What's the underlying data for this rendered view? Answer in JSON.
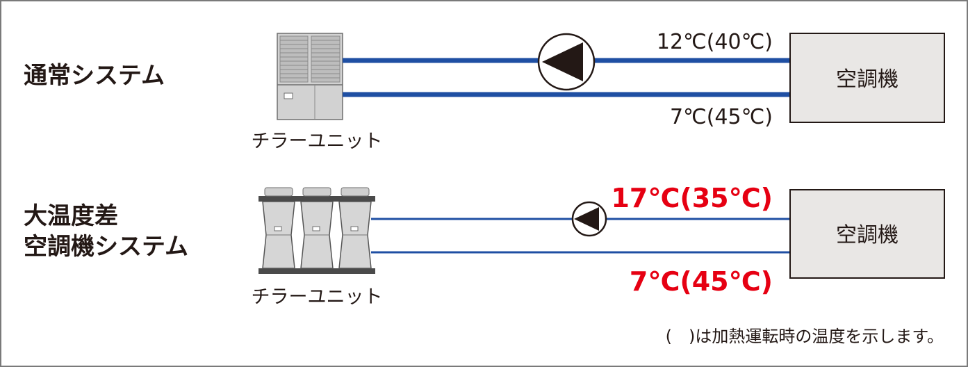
{
  "colors": {
    "pipe": "#1f4fa3",
    "highlight": "#e60012",
    "unit_box": "#e9e7e5",
    "text": "#231815"
  },
  "normal_system": {
    "title": "通常システム",
    "chiller_label": "チラーユニット",
    "supply_temp": "12℃(40℃)",
    "return_temp": "7℃(45℃)",
    "ac_label": "空調機"
  },
  "large_dt_system": {
    "title_line1": "大温度差",
    "title_line2": "空調機システム",
    "chiller_label": "チラーユニット",
    "supply_temp": "17℃(35℃)",
    "return_temp": "7℃(45℃)",
    "ac_label": "空調機"
  },
  "note": "(　)は加熱運転時の温度を示します。"
}
